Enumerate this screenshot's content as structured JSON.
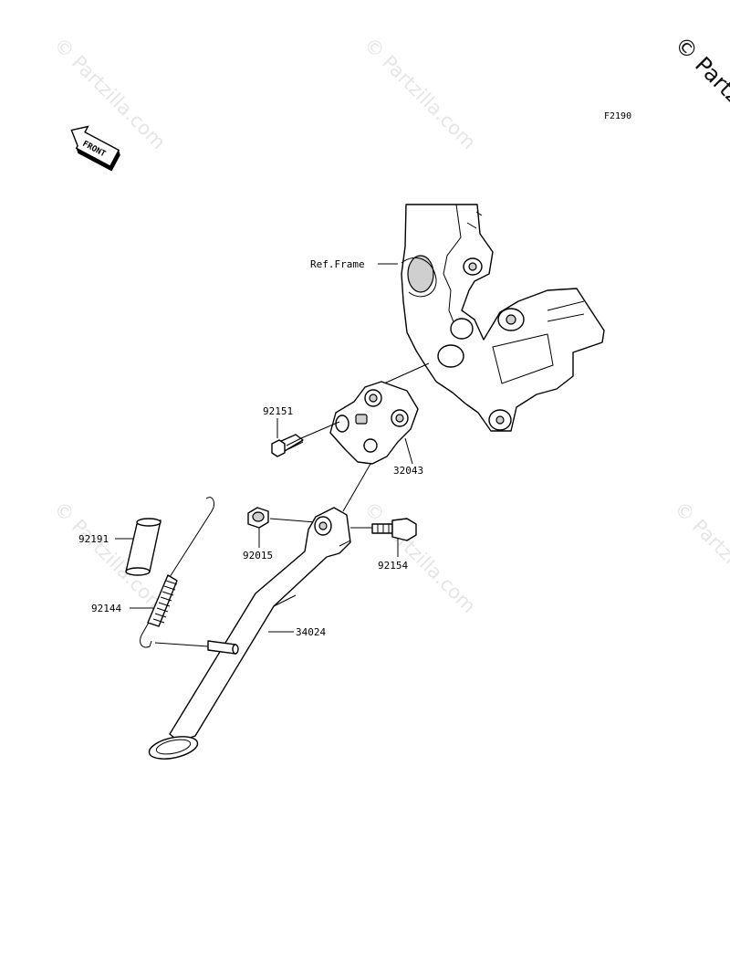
{
  "watermarks": {
    "text": "© Partzilla.com",
    "corner_text": "© Partz"
  },
  "diagram_code": "F2190",
  "front_arrow_label": "FRONT",
  "parts": {
    "ref_frame": "Ref.Frame",
    "p92151": "92151",
    "p32043": "32043",
    "p92191": "92191",
    "p92015": "92015",
    "p92154": "92154",
    "p92144": "92144",
    "p34024": "34024"
  }
}
